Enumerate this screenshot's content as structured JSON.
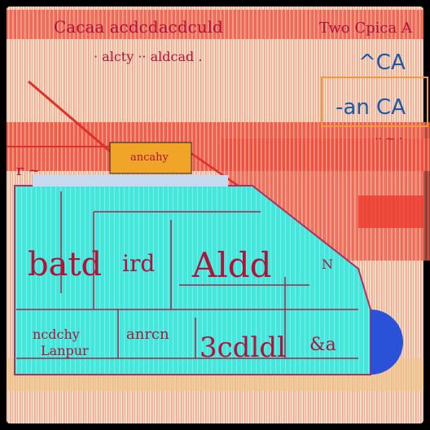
{
  "palette": {
    "background": "#f6dcc0",
    "stripe": "#ec4c3a",
    "stripe_light": "#f59a8a",
    "panel": "#45e6dc",
    "panel_border": "#b03060",
    "tab": "#f0a428",
    "accent_blue": "#2a52d8",
    "frame": "#000000"
  },
  "texts": {
    "top_left_scrawl": "Cacaa acdcdacdculd",
    "top_right_scrawl": "Two Cpica A",
    "subtitle_scrawl": "· alcty ·· aldcad .",
    "right_label_1": "^CA",
    "right_label_2": "-an CA",
    "right_small": "·· ~ ·",
    "left_arrow_label": "r ~",
    "tab_label": "ancahy",
    "panel_main_left": "batd",
    "panel_main_mid": "ird",
    "panel_main_right": "Aldd",
    "panel_small_right": "N",
    "bottom_left_1": "ncdchy",
    "bottom_left_2": "Lanpur",
    "bottom_mid": "anrcn",
    "bottom_big": "3cdldl",
    "bottom_right": "&a"
  }
}
